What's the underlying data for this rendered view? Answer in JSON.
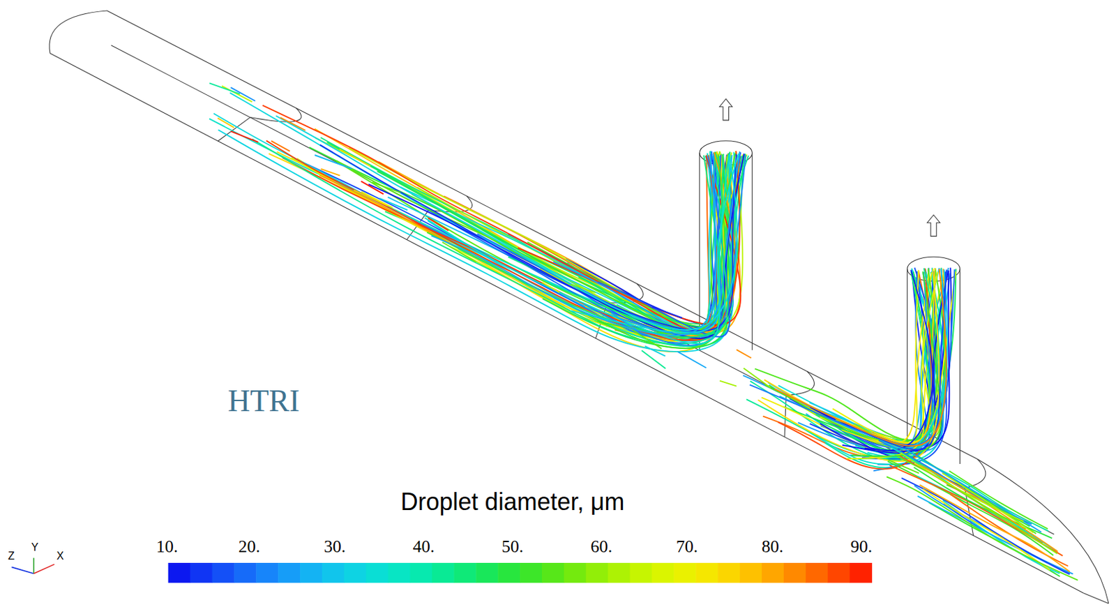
{
  "diagram": {
    "labels": [
      "HTRI",
      "Droplet diameter, μm",
      "10.",
      "20.",
      "30.",
      "40.",
      "50.",
      "60.",
      "70.",
      "80.",
      "90.",
      "Z",
      "Y",
      "X"
    ]
  }
}
